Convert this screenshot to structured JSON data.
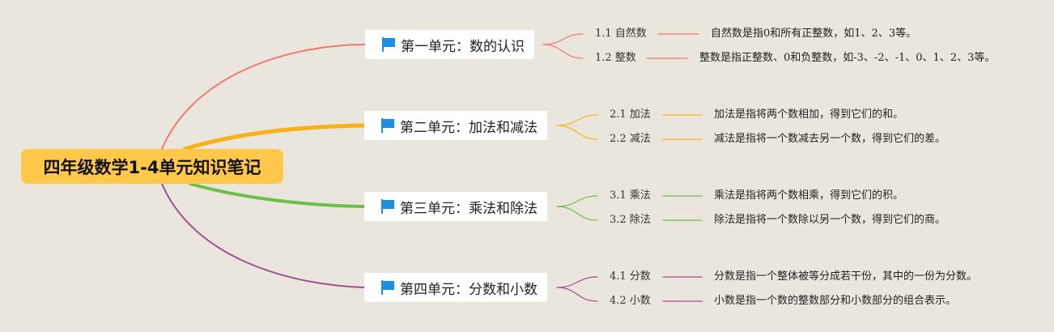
{
  "root": {
    "title": "四年级数学1-4单元知识笔记",
    "color": "#ffc84a"
  },
  "branches": [
    {
      "title": "第一单元：数的认识",
      "color": "#f0786c",
      "items": [
        {
          "label": "1.1 自然数",
          "desc": "自然数是指0和所有正整数，如1、2、3等。"
        },
        {
          "label": "1.2 整数",
          "desc": "整数是指正整数、0和负整数，如-3、-2、-1、0、1、2、3等。"
        }
      ]
    },
    {
      "title": "第二单元：加法和减法",
      "color": "#f7b21b",
      "items": [
        {
          "label": "2.1 加法",
          "desc": "加法是指将两个数相加，得到它们的和。"
        },
        {
          "label": "2.2 减法",
          "desc": "减法是指将一个数减去另一个数，得到它们的差。"
        }
      ]
    },
    {
      "title": "第三单元：乘法和除法",
      "color": "#6cc04a",
      "items": [
        {
          "label": "3.1 乘法",
          "desc": "乘法是指将两个数相乘，得到它们的积。"
        },
        {
          "label": "3.2 除法",
          "desc": "除法是指将一个数除以另一个数，得到它们的商。"
        }
      ]
    },
    {
      "title": "第四单元：分数和小数",
      "color": "#a0508e",
      "items": [
        {
          "label": "4.1 分数",
          "desc": "分数是指一个整体被等分成若干份，其中的一份为分数。"
        },
        {
          "label": "4.2 小数",
          "desc": "小数是指一个数的整数部分和小数部分的组合表示。"
        }
      ]
    }
  ],
  "flag_color": "#1e8fe0"
}
